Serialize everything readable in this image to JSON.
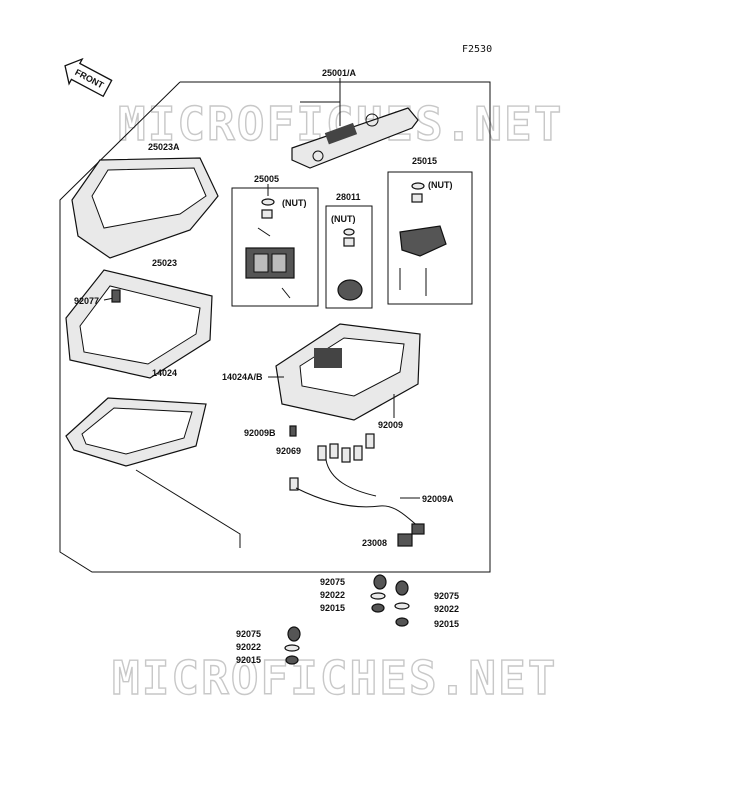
{
  "ref_code": "F2530",
  "front_label": "FRONT",
  "watermarks": [
    "MICROFICHES.NET",
    "MICROFICHES.NET"
  ],
  "parts": {
    "p25001A": "25001/A",
    "p25023A": "25023A",
    "p25005": "25005",
    "p28011": "28011",
    "p25015": "25015",
    "p25023": "25023",
    "p92077": "92077",
    "p14024": "14024",
    "p14024AB": "14024A/B",
    "p92009": "92009",
    "p92009B": "92009B",
    "p92069": "92069",
    "p92009A": "92009A",
    "p23008": "23008",
    "nut1": "NUT",
    "nut2": "NUT",
    "nut3": "NUT"
  },
  "hardware_right": [
    "92075",
    "92022",
    "92015"
  ],
  "hardware_mid": [
    "92075",
    "92022",
    "92015"
  ],
  "hardware_left": [
    "92075",
    "92022",
    "92015"
  ]
}
